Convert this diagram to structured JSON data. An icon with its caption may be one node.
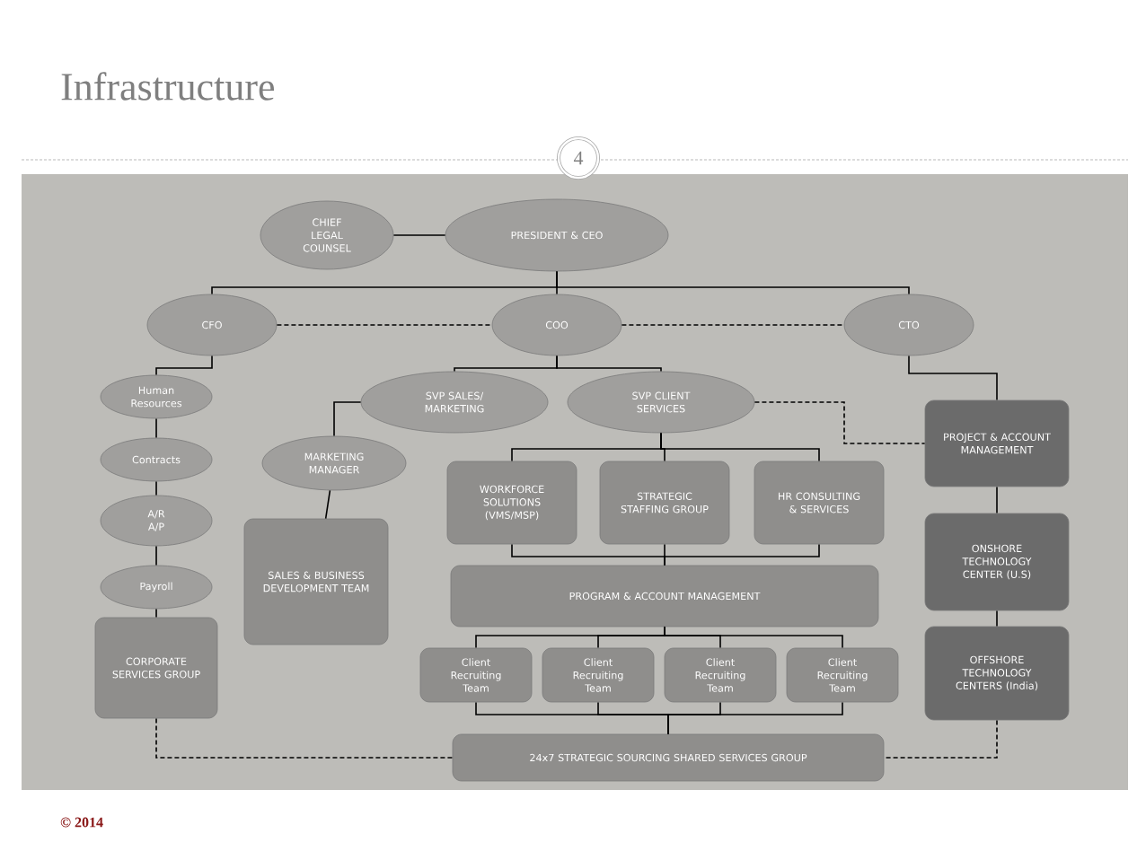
{
  "diagram": {
    "title": "Infrastructure",
    "nodes": [
      {
        "text": [
          "CHIEF LEGAL COUNSEL"
        ]
      },
      {
        "text": [
          "PRESIDENT & CEO"
        ]
      },
      {
        "text": [
          "CFO"
        ]
      },
      {
        "text": [
          "COO"
        ]
      },
      {
        "text": [
          "CTO"
        ]
      },
      {
        "text": [
          "Human Resources"
        ]
      },
      {
        "text": [
          "SVP SALES/ MARKETING"
        ]
      },
      {
        "text": [
          "SVP CLIENT SERVICES"
        ]
      },
      {
        "text": [
          "Contracts"
        ]
      },
      {
        "text": [
          "MARKETING MANAGER"
        ]
      },
      {
        "text": [
          "WORKFORCE SOLUTIONS (VMS/MSP)"
        ]
      },
      {
        "text": [
          "STRATEGIC STAFFING GROUP"
        ]
      },
      {
        "text": [
          "HR CONSULTING & SERVICES"
        ]
      },
      {
        "text": [
          "PROJECT & ACCOUNT MANAGEMENT"
        ]
      },
      {
        "text": [
          "A/R A/P"
        ]
      },
      {
        "text": [
          "Payroll"
        ]
      },
      {
        "text": [
          "SALES & BUSINESS DEVELOPMENT TEAM"
        ]
      },
      {
        "text": [
          "ONSHORE TECHNOLOGY CENTER (U.S)"
        ]
      },
      {
        "text": [
          "PROGRAM & ACCOUNT MANAGEMENT"
        ]
      },
      {
        "text": [
          "CORPORATE SERVICES GROUP"
        ]
      },
      {
        "text": [
          "Client Recruiting Team"
        ]
      },
      {
        "text": [
          "Client Recruiting Team"
        ]
      },
      {
        "text": [
          "Client Recruiting Team"
        ]
      },
      {
        "text": [
          "Client Recruiting Team"
        ]
      },
      {
        "text": [
          "OFFSHORE TECHNOLOGY CENTERS (India)"
        ]
      },
      {
        "text": [
          "24x7 STRATEGIC SOURCING SHARED SERVICES GROUP"
        ]
      }
    ],
    "edges": [
      {
        "from": 0,
        "to": 1,
        "arrow": "none"
      },
      {
        "from": 1,
        "to": 2,
        "arrow": "none"
      },
      {
        "from": 1,
        "to": 3,
        "arrow": "none"
      },
      {
        "from": 1,
        "to": 4,
        "arrow": "none"
      },
      {
        "from": 2,
        "to": 3,
        "arrow": "none",
        "style": "dashed"
      },
      {
        "from": 3,
        "to": 4,
        "arrow": "none",
        "style": "dashed"
      },
      {
        "from": 2,
        "to": 5,
        "arrow": "none"
      },
      {
        "from": 3,
        "to": 6,
        "arrow": "none"
      },
      {
        "from": 3,
        "to": 7,
        "arrow": "none"
      },
      {
        "from": 5,
        "to": 8,
        "arrow": "none"
      },
      {
        "from": 8,
        "to": 14,
        "arrow": "none"
      },
      {
        "from": 14,
        "to": 15,
        "arrow": "none"
      },
      {
        "from": 15,
        "to": 19,
        "arrow": "none"
      },
      {
        "from": 6,
        "to": 9,
        "arrow": "none"
      },
      {
        "from": 9,
        "to": 16,
        "arrow": "none"
      },
      {
        "from": 7,
        "to": 10,
        "arrow": "none"
      },
      {
        "from": 7,
        "to": 11,
        "arrow": "none"
      },
      {
        "from": 7,
        "to": 12,
        "arrow": "none"
      },
      {
        "from": 7,
        "to": 13,
        "arrow": "none",
        "style": "dashed"
      },
      {
        "from": 4,
        "to": 13,
        "arrow": "none"
      },
      {
        "from": 10,
        "to": 18,
        "arrow": "none"
      },
      {
        "from": 11,
        "to": 18,
        "arrow": "none"
      },
      {
        "from": 12,
        "to": 18,
        "arrow": "none"
      },
      {
        "from": 18,
        "to": 20,
        "arrow": "none"
      },
      {
        "from": 18,
        "to": 21,
        "arrow": "none"
      },
      {
        "from": 18,
        "to": 22,
        "arrow": "none"
      },
      {
        "from": 18,
        "to": 23,
        "arrow": "none"
      },
      {
        "from": 20,
        "to": 25,
        "arrow": "none"
      },
      {
        "from": 21,
        "to": 25,
        "arrow": "none"
      },
      {
        "from": 22,
        "to": 25,
        "arrow": "none"
      },
      {
        "from": 23,
        "to": 25,
        "arrow": "none"
      },
      {
        "from": 13,
        "to": 17,
        "arrow": "none"
      },
      {
        "from": 17,
        "to": 24,
        "arrow": "none"
      },
      {
        "from": 19,
        "to": 25,
        "arrow": "none",
        "style": "dashed"
      },
      {
        "from": 24,
        "to": 25,
        "arrow": "none",
        "style": "dashed"
      }
    ],
    "labels": [
      "4",
      "© 2014"
    ]
  }
}
